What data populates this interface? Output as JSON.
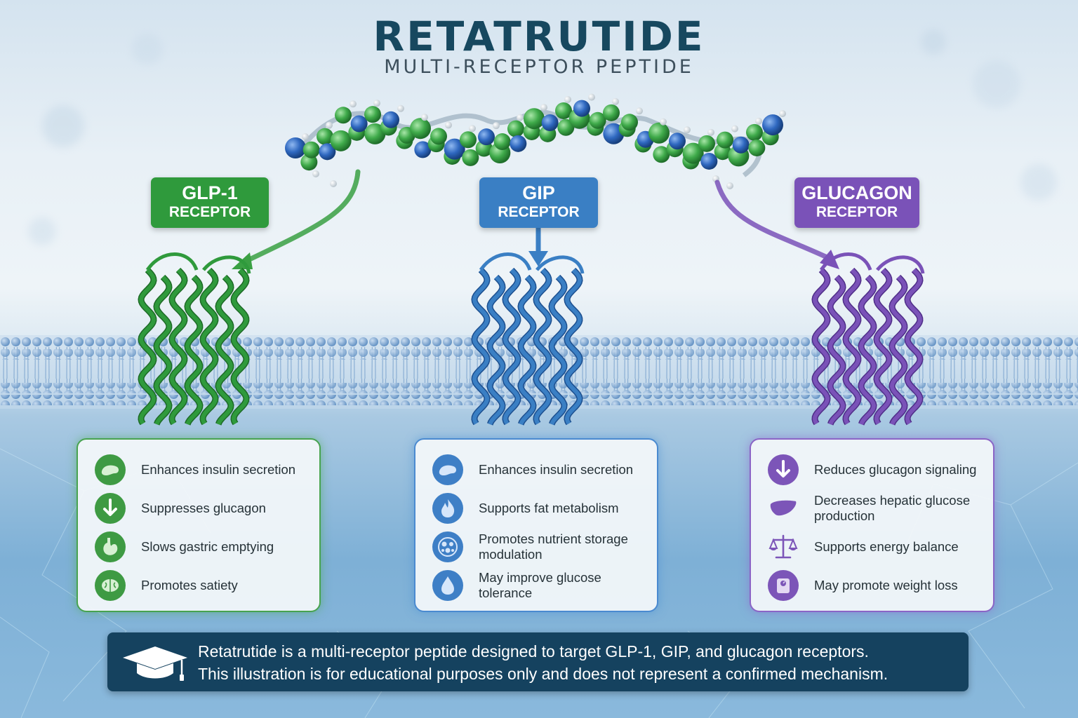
{
  "title": "RETATRUTIDE",
  "subtitle": "MULTI-RECEPTOR PEPTIDE",
  "colors": {
    "glp1": "#2f9a3c",
    "gip": "#3a7fc4",
    "glucagon": "#7a52b8",
    "title": "#17485f",
    "banner": "#15425f"
  },
  "receptors": [
    {
      "id": "glp1",
      "name": "GLP-1",
      "sub": "RECEPTOR",
      "items": [
        {
          "icon": "pancreas-icon",
          "text": "Enhances insulin secretion"
        },
        {
          "icon": "arrow-down-icon",
          "text": "Suppresses glucagon"
        },
        {
          "icon": "stomach-icon",
          "text": "Slows gastric emptying"
        },
        {
          "icon": "brain-icon",
          "text": "Promotes satiety"
        }
      ]
    },
    {
      "id": "gip",
      "name": "GIP",
      "sub": "RECEPTOR",
      "items": [
        {
          "icon": "pancreas-icon",
          "text": "Enhances insulin secretion"
        },
        {
          "icon": "flame-icon",
          "text": "Supports fat metabolism"
        },
        {
          "icon": "cells-icon",
          "text": "Promotes nutrient storage modulation"
        },
        {
          "icon": "droplet-icon",
          "text": "May improve glucose tolerance"
        }
      ]
    },
    {
      "id": "glucagon",
      "name": "GLUCAGON",
      "sub": "RECEPTOR",
      "items": [
        {
          "icon": "arrow-down-icon",
          "text": "Reduces glucagon signaling"
        },
        {
          "icon": "liver-icon",
          "text": "Decreases hepatic glucose production"
        },
        {
          "icon": "scale-balance-icon",
          "text": "Supports energy balance"
        },
        {
          "icon": "weight-scale-icon",
          "text": "May promote weight loss"
        }
      ]
    }
  ],
  "note": {
    "icon": "graduation-cap-icon",
    "line1": "Retatrutide is a multi-receptor peptide designed to target GLP-1, GIP, and glucagon receptors.",
    "line2": "This illustration is for educational purposes only and does not represent a confirmed mechanism."
  }
}
